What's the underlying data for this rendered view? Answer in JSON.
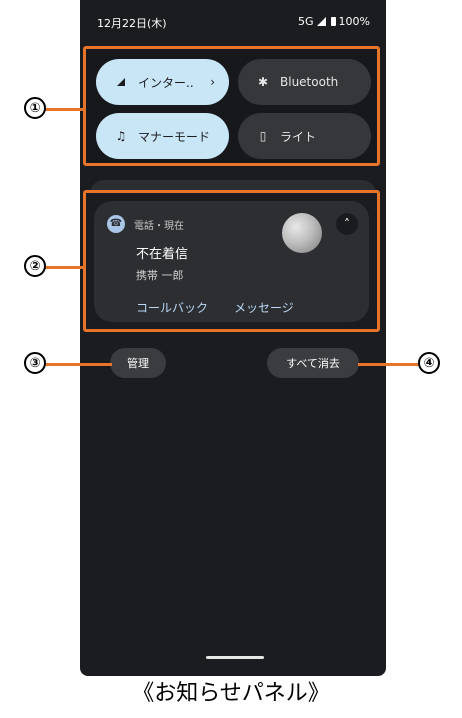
{
  "status_bar": {
    "time": "12月22日(木)",
    "network": "5G",
    "battery": "100%"
  },
  "quick_settings": {
    "tiles": [
      {
        "label": "インター..",
        "state": "on",
        "icon": "wifi-signal-icon",
        "has_chevron": true
      },
      {
        "label": "Bluetooth",
        "state": "off",
        "icon": "bluetooth-icon"
      },
      {
        "label": "マナーモード",
        "state": "on",
        "icon": "bell-icon"
      },
      {
        "label": "ライト",
        "state": "off",
        "icon": "flashlight-icon"
      }
    ]
  },
  "notification": {
    "app_line": "電話・現在",
    "title": "不在着信",
    "text": "携帯 一郎",
    "actions": [
      "コールバック",
      "メッセージ"
    ],
    "app_icon": "missed-call-icon",
    "expand_icon": "chevron-up-icon"
  },
  "buttons": {
    "manage": "管理",
    "clear_all": "すべて消去"
  },
  "callouts": [
    "①",
    "②",
    "③",
    "④"
  ],
  "caption": "《お知らせパネル》",
  "colors": {
    "highlight": "#e8742a",
    "tile_on": "#c9e6f7",
    "tile_off": "#35373b",
    "panel_bg": "#1b1c1f"
  }
}
